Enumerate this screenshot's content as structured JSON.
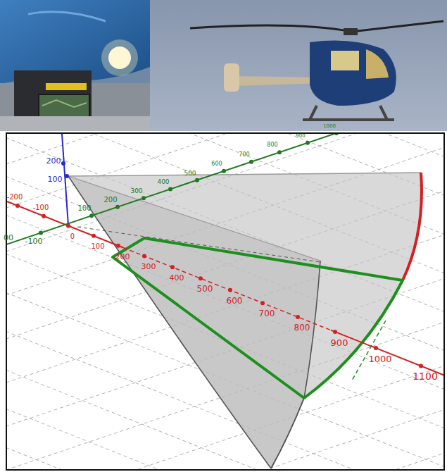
{
  "diagram": {
    "labels": [
      "200",
      "100",
      "-100",
      "00",
      "100",
      "200",
      "300",
      "400",
      "500",
      "600",
      "700",
      "800",
      "900",
      "1000",
      "-200",
      "-100",
      "0",
      "100",
      "200",
      "300",
      "400",
      "500",
      "600",
      "700",
      "800",
      "900",
      "1000",
      "1100"
    ]
  }
}
